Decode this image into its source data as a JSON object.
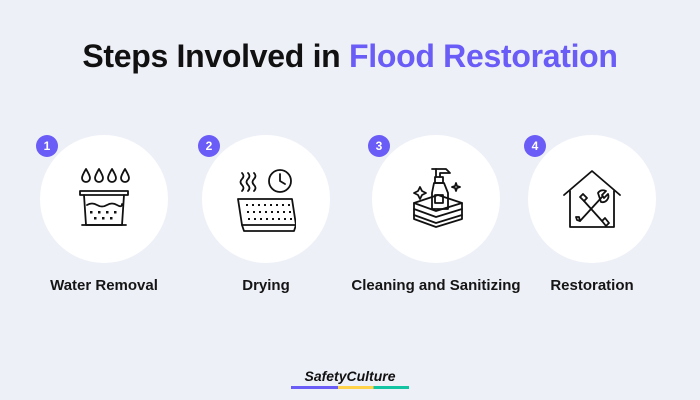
{
  "header": {
    "title_main": "Steps Involved in ",
    "title_accent": "Flood Restoration",
    "accent_color": "#6a5cf6"
  },
  "steps": [
    {
      "number": "1",
      "label": "Water Removal",
      "icon": "water-removal-icon"
    },
    {
      "number": "2",
      "label": "Drying",
      "icon": "drying-icon"
    },
    {
      "number": "3",
      "label": "Cleaning and Sanitizing",
      "icon": "cleaning-icon"
    },
    {
      "number": "4",
      "label": "Restoration",
      "icon": "restoration-icon"
    }
  ],
  "footer": {
    "brand": "SafetyCulture"
  }
}
